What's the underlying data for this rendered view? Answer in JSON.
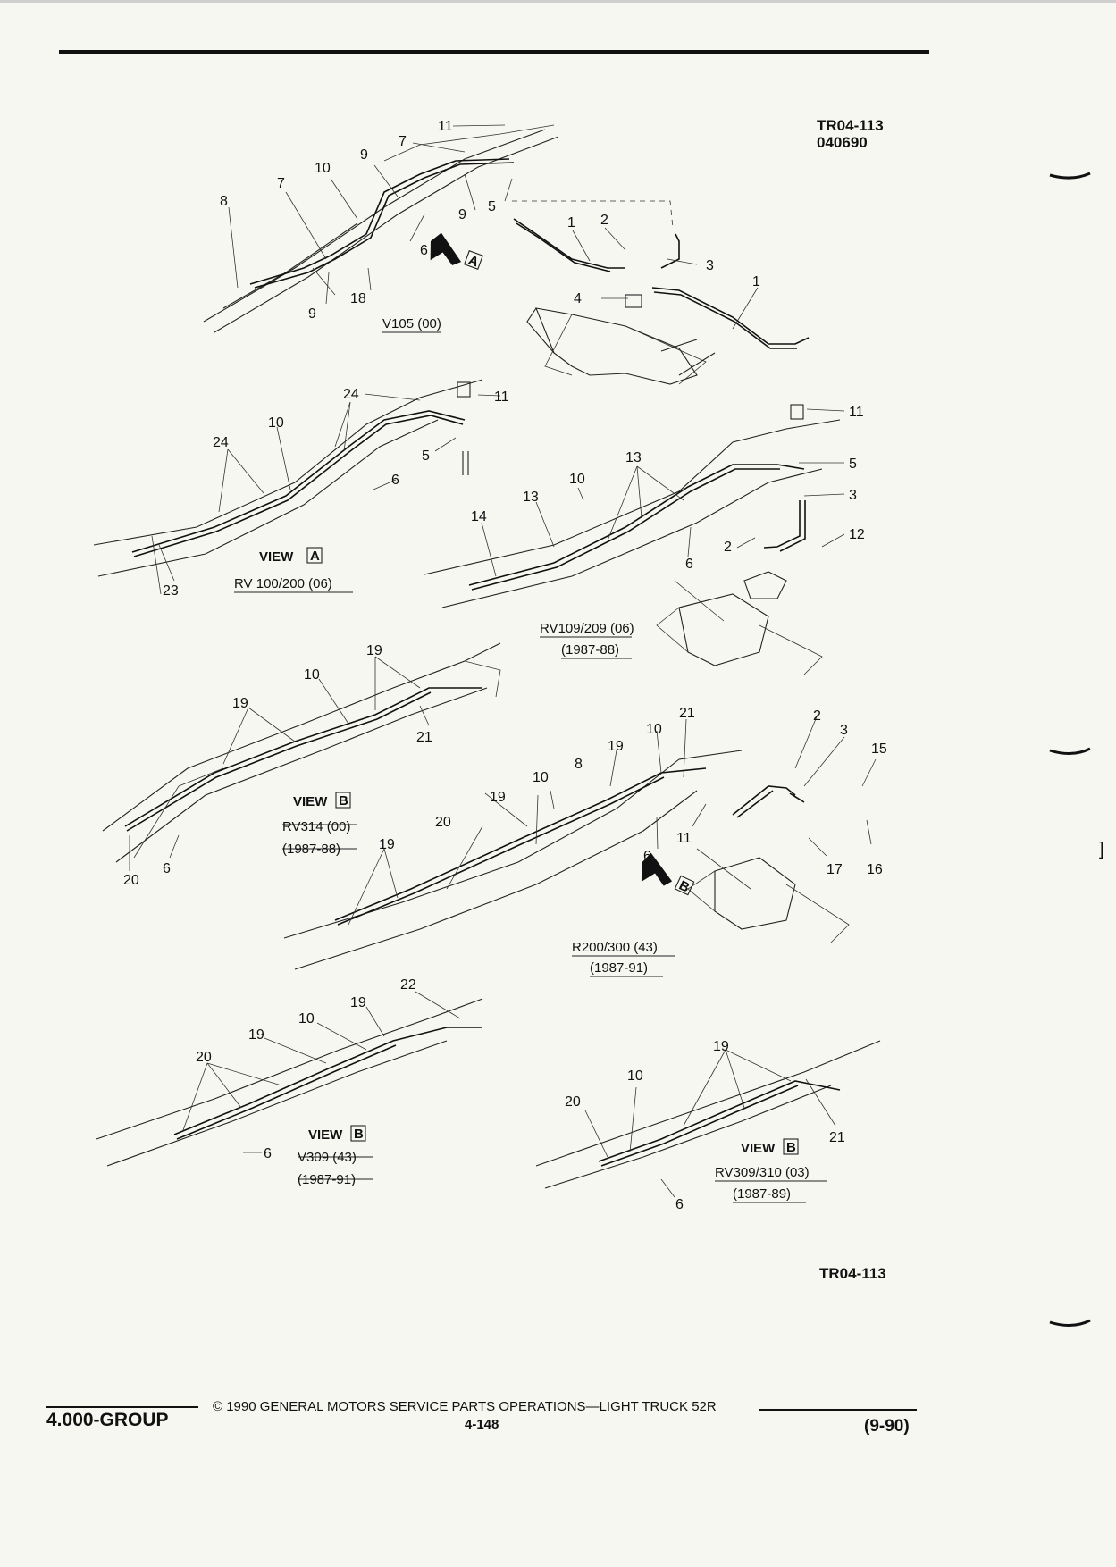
{
  "header": {
    "code": "TR04-113",
    "number": "040690"
  },
  "views": {
    "v105": "V105 (00)",
    "view_a_label": "VIEW",
    "view_a_letter": "A",
    "rv100": "RV 100/200 (06)",
    "rv109": "RV109/209 (06)",
    "rv109_years": "(1987-88)",
    "view_b_label": "VIEW",
    "view_b_letter": "B",
    "rv314": "RV314 (00)",
    "rv314_years": "(1987-88)",
    "r200": "R200/300 (43)",
    "r200_years": "(1987-91)",
    "v309": "V309 (43)",
    "v309_years": "(1987-91)",
    "rv309": "RV309/310 (03)",
    "rv309_years": "(1987-89)"
  },
  "callouts": [
    "1",
    "2",
    "3",
    "4",
    "5",
    "6",
    "7",
    "8",
    "9",
    "10",
    "11",
    "12",
    "13",
    "14",
    "15",
    "16",
    "17",
    "18",
    "19",
    "20",
    "21",
    "22",
    "23",
    "24"
  ],
  "footer_code": "TR04-113",
  "footer": {
    "group": "4.000-GROUP",
    "copyright": "© 1990 GENERAL MOTORS SERVICE PARTS OPERATIONS—LIGHT TRUCK 52R",
    "page": "4-148",
    "date": "(9-90)"
  }
}
